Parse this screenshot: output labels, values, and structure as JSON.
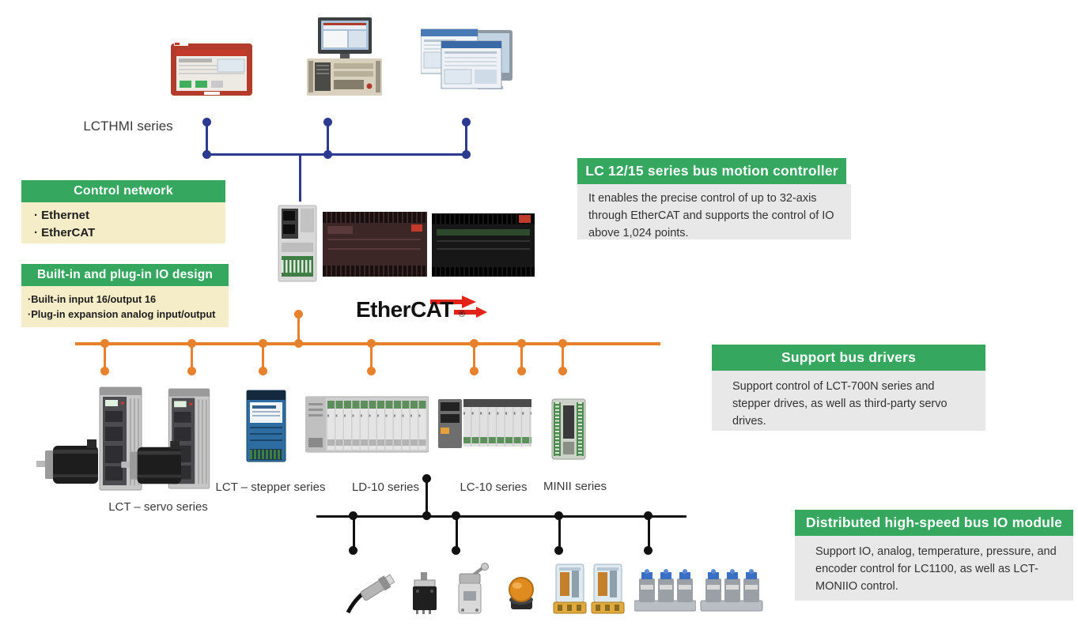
{
  "labels": {
    "hmi_series": "LCTHMI series",
    "servo_series": "LCT – servo series",
    "stepper_series": "LCT – stepper series",
    "ld10_series": "LD-10 series",
    "lc10_series": "LC-10 series",
    "minii_series": "MINII series"
  },
  "ethercat": {
    "text": "EtherCAT",
    "reg": "®"
  },
  "callouts": {
    "control_network": {
      "title": "Control network",
      "items": [
        "· Ethernet",
        "· EtherCAT"
      ]
    },
    "io_design": {
      "title": "Built-in and plug-in IO design",
      "items": [
        "·Built-in input 16/output 16",
        "·Plug-in expansion analog input/output"
      ]
    },
    "motion_controller": {
      "title": "LC 12/15 series bus motion controller",
      "body": "It enables the precise control of up to 32-axis through EtherCAT and supports the control of IO above 1,024 points."
    },
    "bus_drivers": {
      "title": "Support bus drivers",
      "body": "Support control of LCT-700N series and stepper drives, as well as third-party servo drives."
    },
    "io_module": {
      "title": "Distributed high-speed bus IO module",
      "body": "Support IO, analog, temperature, pressure, and encoder control for LC1100, as well as LCT-MONIIO control."
    }
  },
  "colors": {
    "header_green": "#35a75f",
    "cream_panel": "#f5edc8",
    "gray_panel": "#e8e8e8",
    "ethernet_bus_blue": "#2c3a90",
    "ethercat_bus_orange": "#e8812c",
    "io_bus_black": "#111111",
    "ethercat_red": "#e2231a"
  }
}
